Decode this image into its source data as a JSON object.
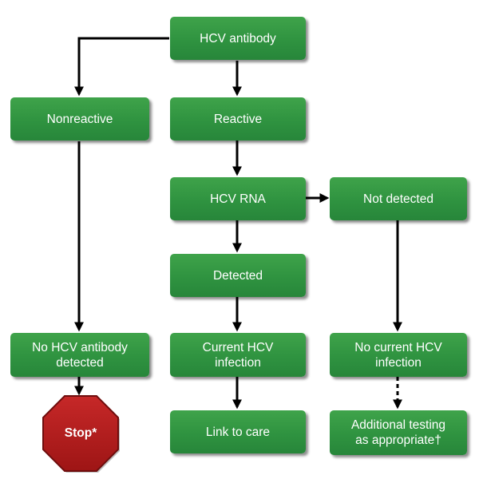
{
  "nodes": {
    "hcv_antibody": "HCV antibody",
    "nonreactive": "Nonreactive",
    "reactive": "Reactive",
    "hcv_rna": "HCV RNA",
    "not_detected": "Not detected",
    "detected": "Detected",
    "no_antibody": [
      "No HCV antibody",
      "detected"
    ],
    "current_infection": [
      "Current HCV",
      "infection"
    ],
    "no_current_infection": [
      "No current HCV",
      "infection"
    ],
    "link_to_care": "Link to care",
    "additional_testing": [
      "Additional testing",
      "as appropriate†"
    ],
    "stop": "Stop*"
  },
  "colors": {
    "box_fill": "#2f9340",
    "stop_fill": "#b01c1c",
    "arrow": "#000000",
    "text": "#ffffff"
  }
}
